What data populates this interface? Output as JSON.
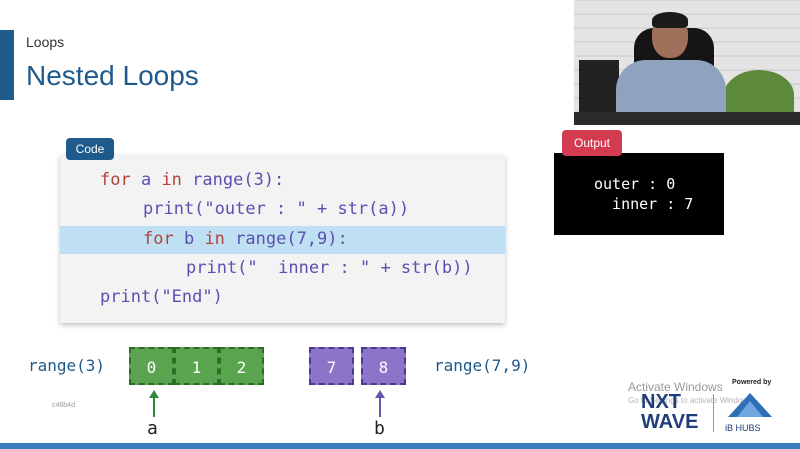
{
  "header": {
    "breadcrumb": "Loops",
    "title": "Nested Loops"
  },
  "code_panel": {
    "tag": "Code",
    "lines": {
      "l1": {
        "kw1": "for",
        "a": " a ",
        "kw2": "in",
        "rest": " range(3):"
      },
      "l2": {
        "text": "print(\"outer : \" + str(a))"
      },
      "l3": {
        "kw1": "for",
        "b": " b ",
        "kw2": "in",
        "rest": " range(7,9):"
      },
      "l4": {
        "text": "print(\"  inner : \" + str(b))"
      },
      "l5": {
        "text": "print(\"End\")"
      }
    },
    "highlighted_line": 3
  },
  "output_panel": {
    "tag": "Output",
    "lines": [
      "outer : 0",
      "  inner : 7"
    ]
  },
  "diagram": {
    "range_a": {
      "label": "range(3)",
      "cells": [
        "0",
        "1",
        "2"
      ],
      "pointer_var": "a"
    },
    "range_b": {
      "label": "range(7,9)",
      "cells": [
        "7",
        "8"
      ],
      "pointer_var": "b"
    }
  },
  "watermark": {
    "hex_code": "c46b4d",
    "activate_title": "Activate Windows",
    "activate_sub": "Go to Settings to activate Windows."
  },
  "branding": {
    "powered_by": "Powered by",
    "nxt": "NXT",
    "wave": "WAVE",
    "ibhubs": "iB HUBS"
  },
  "colors": {
    "accent": "#1f5a8c",
    "output_tag": "#d33b50",
    "green_cells": "#5aa34f",
    "purple_cells": "#8c74c9",
    "highlight": "#bfe0f2"
  }
}
